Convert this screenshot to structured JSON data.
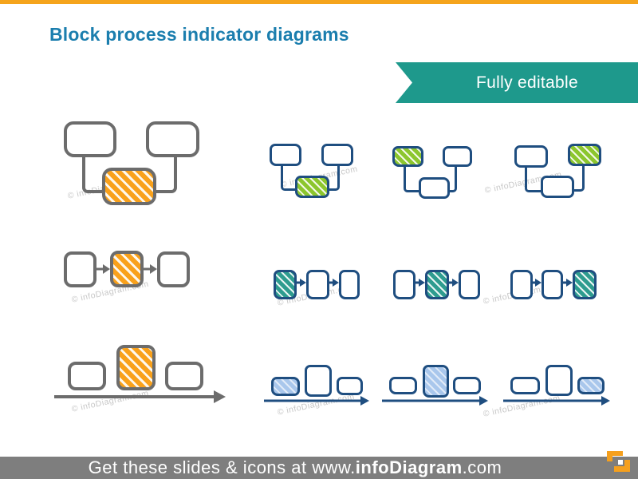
{
  "slide": {
    "title": "Block process indicator diagrams",
    "title_color": "#1B7EAE",
    "ribbon": {
      "label": "Fully editable",
      "color": "#1E998C"
    },
    "top_bar_color": "#F5A41C"
  },
  "watermark": {
    "text": "© infoDiagram.com",
    "color": "#C7C7C7"
  },
  "footer": {
    "prefix": "Get these slides & icons at www.",
    "brand": "infoDiagram",
    "suffix": ".com",
    "bar_color": "#7E7E7E"
  },
  "colors": {
    "orange_fill": "#F9A11B",
    "green_fill": "#8CC62E",
    "teal_fill": "#2E9C8F",
    "blue_fill": "#A9C7EC",
    "gray_outline": "#6C6C6C",
    "navy_outline": "#1F4E80"
  },
  "diagrams": {
    "large_column": [
      {
        "type": "hierarchy-block-diagram",
        "blocks": 3,
        "highlighted_block": "bottom-center",
        "highlight_color": "orange"
      },
      {
        "type": "process-flow-3-steps",
        "blocks": 3,
        "highlighted_block": "middle",
        "highlight_color": "orange"
      },
      {
        "type": "timeline-blocks",
        "blocks": 3,
        "highlighted_block": "middle",
        "highlight_color": "orange"
      }
    ],
    "small_grid": [
      {
        "row_type": "hierarchy-block-diagram",
        "highlight_color": "green",
        "variants": [
          "bottom-center",
          "top-left",
          "top-right"
        ]
      },
      {
        "row_type": "process-flow-3-steps",
        "highlight_color": "teal",
        "variants": [
          "first",
          "middle",
          "last"
        ]
      },
      {
        "row_type": "timeline-blocks",
        "highlight_color": "blue",
        "variants": [
          "first",
          "middle",
          "last"
        ]
      }
    ]
  }
}
